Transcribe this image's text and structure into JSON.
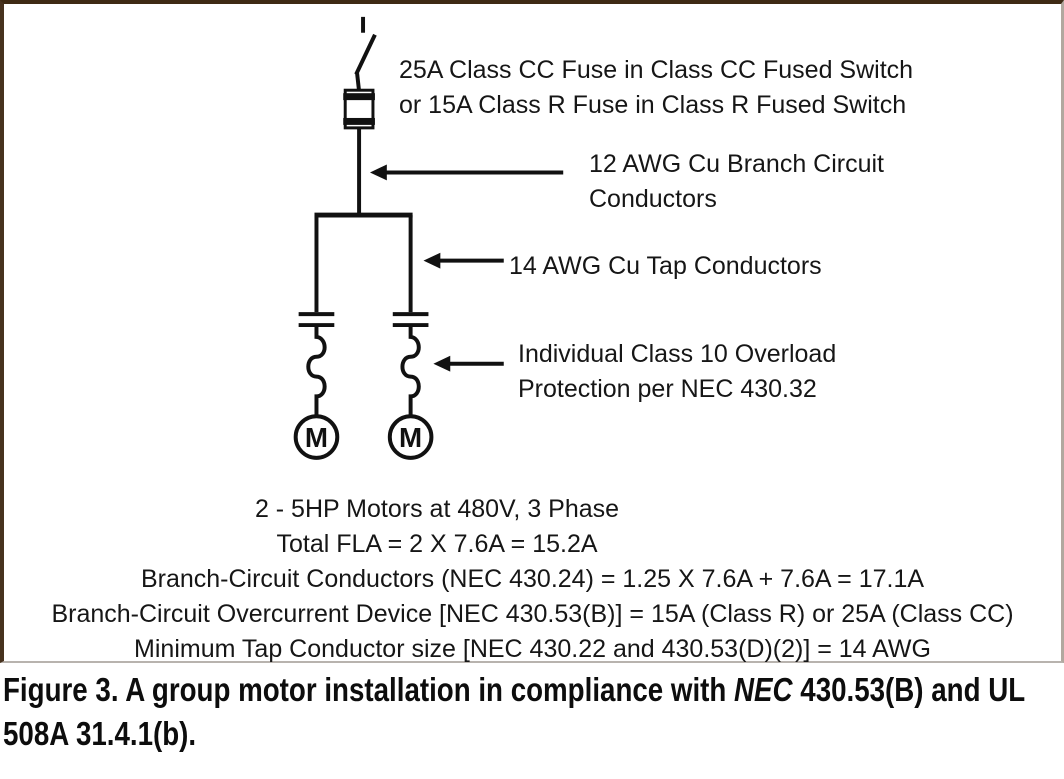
{
  "labels": {
    "fuse_line1": "25A Class CC Fuse in Class CC Fused Switch",
    "fuse_line2": "or 15A Class R Fuse in Class R Fused Switch",
    "branch_line1": "12 AWG Cu Branch Circuit",
    "branch_line2": "Conductors",
    "tap": "14 AWG Cu Tap Conductors",
    "overload_line1": "Individual Class 10 Overload",
    "overload_line2": "Protection per NEC 430.32"
  },
  "motors": [
    "M",
    "M"
  ],
  "notes": [
    "2 - 5HP Motors at 480V, 3 Phase",
    "Total FLA = 2 X 7.6A = 15.2A",
    "Branch-Circuit Conductors (NEC 430.24) = 1.25 X 7.6A + 7.6A = 17.1A",
    "Branch-Circuit Overcurrent Device [NEC 430.53(B)] = 15A (Class R) or 25A (Class CC)",
    "Minimum Tap Conductor size [NEC 430.22 and 430.53(D)(2)] = 14 AWG"
  ],
  "caption": {
    "line1_pre": "Figure 3. A group motor installation in compliance with ",
    "line1_italic": "NEC",
    "line1_post": " 430.53(B) and UL",
    "line2": "508A 31.4.1(b)."
  },
  "colors": {
    "line_color": "#111111",
    "frame_dark_brown": "#3e2a14",
    "frame_light_gray": "#b8b3ae"
  }
}
